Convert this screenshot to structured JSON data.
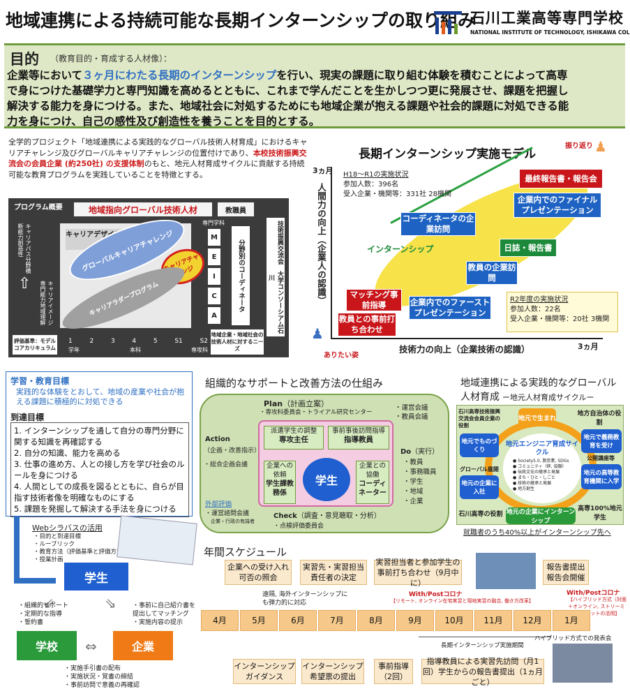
{
  "header": {
    "title": "地域連携による持続可能な長期インターンシップの取り組み",
    "school_ja": "石川工業高等専門学校",
    "school_en": "NATIONAL INSTITUTE OF TECHNOLOGY, ISHIKAWA COLLEGE"
  },
  "purpose": {
    "heading": "目的",
    "sub": "（教育目的・育成する人材像）：",
    "l1a": "企業等において",
    "l1b": "３ヶ月にわたる長期のインターンシップ",
    "l1c": "を行い、現実の課題に取り組む体験を積むことによって高専",
    "l2": "で身につけた基礎学力と専門知識を高めるとともに、これまで学んだことを生かしつつ更に発展させ、課題を把握し",
    "l3": "解決する能力を身につける。また、地域社会に対処するためにも地域企業が抱える課題や社会的課題に対処できる能",
    "l4": "力を身につけ、自己の感性及び創造性を養うことを目的とする。"
  },
  "intro": {
    "a": "全学的プロジェクト「地域連携による実践的なグローバル技術人材育成」におけるキャリアチャレンジ及びグローバルキャリアチャレンジの位置付けであり、",
    "b": "本校技術振興交流会の会員企業 (約250社) の支援体制",
    "c": "のもと、地元人材育成サイクルに貢献する持続可能な教育プログラムを実践していることを特徴とする。"
  },
  "program": {
    "label": "プログラム概要",
    "top": "地域指向グローバル技術人材",
    "staff": "教職員",
    "dept": "専門学科",
    "career_design": "キャリアデザインプログラム",
    "global": "グローバルキャリアチャレンジ",
    "challenge": "キャリアチャレンジ",
    "ladder": "キャリアラダープログラム",
    "letters": [
      "M",
      "E",
      "I",
      "C",
      "A"
    ],
    "coord": "分野別のコーディネータ",
    "v1": "キャリアパス分野横断能力創造性",
    "v2": "キャリアイメージ専門能力地域理解",
    "right": "技術振興交流会　大学コンソーシアム石川",
    "needs": "地域企業・地域社会の技術人材に対するニーズ",
    "eval": "評価基準：モデルコアカリキュラム",
    "axis": [
      "1",
      "2",
      "3",
      "4",
      "5",
      "S1",
      "S2"
    ],
    "axis_lab": [
      "学年",
      "本科",
      "専攻科"
    ]
  },
  "model": {
    "title": "長期インターンシップ実施モデル",
    "reflect": "振り返り",
    "ideal": "ありたい姿",
    "y_axis": "人間力の向上（企業人の認識）",
    "x_axis": "技術力の向上（企業技術の認識）",
    "three1": "3ヵ月",
    "three2": "3ヵ月",
    "stats1_h": "H18～R1の実施状況",
    "stats1_a": "参加人数：396名",
    "stats1_b": "受入企業・機関等：331社 28機関",
    "stats2_h": "R2年度の実施状況",
    "stats2_a": "参加人数：22名",
    "stats2_b": "受入企業・機関等：20社 3機関",
    "internship": "インターンシップ",
    "s1": "教員との事前打ち合わせ",
    "s2": "マッチング事前指導",
    "s3": "企業内でのファーストプレゼンテーション",
    "s4": "教員の企業訪問",
    "s5": "日誌・報告書",
    "s6": "コーディネータの企業訪問",
    "s7": "企業内でのファイナルプレゼンテーション",
    "s8": "最終報告書・報告会"
  },
  "goals": {
    "h1": "学習・教育目標",
    "t1": "実践的な体験をとおして、地域の産業や社会が抱える課題に積極的に対処できる",
    "h2": "到達目標",
    "items": [
      "1. インターンシップを通して自分の専門分野に関する知識を再確認する",
      "2. 自分の知識、能力を高める",
      "3. 仕事の進め方、人との接し方を学び社会のルールを身につける",
      "4. 人間としての成長を図るとともに、自らが目指す技術者像を明確なものにする",
      "5. 課題を発掘して解決する手法を身につける"
    ]
  },
  "syllabus": {
    "title": "Webシラバスの活用",
    "items": [
      "・目的と到達目標",
      "・ルーブリック",
      "・教育方法（評価基準と評価方法を含む）",
      "・授業計画"
    ]
  },
  "triangle": {
    "student": "学生",
    "school": "学校",
    "company": "企業",
    "left": [
      "・組織的サポート",
      "・定期的な指導",
      "・誓約書"
    ],
    "right": [
      "・事前に自己紹介書を",
      "提出してマッチング",
      "・実施内容の提示"
    ],
    "bottom": [
      "・実施手引書の配布",
      "・実施状況・覚書の締結",
      "・事前訪問で意義の再確認"
    ]
  },
  "support": {
    "title": "組織的なサポートと改善方法の仕組み",
    "plan": "Plan",
    "plan_sub": "（計画立案）",
    "plan_items": "・専攻科委員会・トライアル研究センター",
    "plan_right": [
      "・運営会議",
      "・教員会議"
    ],
    "action": "Action",
    "action_sub": "（企画・改善指示）",
    "action_items": "・総合企画会議",
    "do": "Do",
    "do_sub": "（実行）",
    "do_items": [
      "・教員",
      "・事務職員",
      "・学生",
      "・地域",
      "・企業"
    ],
    "check": "Check",
    "check_sub": "（調査・意見聴取・分析）",
    "check_items": "・点検評価委員会",
    "external": "外部評価",
    "ext_item": "・運営諮問会議",
    "ext_sub": "企業・行政の有識者",
    "c1_h": "派遣学生の調整",
    "c1": "専攻主任",
    "c2_h": "事前事後訪問指導",
    "c2": "指導教員",
    "c3_h": "企業への依頼",
    "c3": "学生課教務係",
    "c4_h": "企業との協働",
    "c4": "コーディネーター",
    "center": "学生"
  },
  "cycle": {
    "title1": "地域連携による実践的なグローバル",
    "title2": "人材育成",
    "title3": "ー地元人材育成サイクルー",
    "tl": "石川高専技術振興交流会会員企業の役割",
    "tr": "地方自治体の役割",
    "bl": "石川高専の役割",
    "br": "高専100%地元学生",
    "n1": "地元で生まれ",
    "n2": "地元で義務教育を受け",
    "n3": "公開講座等",
    "n4": "地元の高等教育機関に入学",
    "n5": "地元の企業にインターンシップ",
    "n6": "地元の企業に入社",
    "n7": "グローバル展開",
    "n8": "地元でものづくり",
    "center_h": "地元エンジニア育成サイクル",
    "center_items": [
      "● Society5.0, 脱炭素, SDGs",
      "● コミュニティ（絆, 協働）",
      "● 伝統文化の継承と発展",
      "● まち・ひと・しごと",
      "● 技術の継承と発展",
      "● 地方創生"
    ],
    "foot": "就職者のうち40%以上がインターンシップ先へ"
  },
  "schedule": {
    "title": "年間スケジュール",
    "top1": "企業への受け入れ可否の照会",
    "top2": "実習先・実習担当責任者の決定",
    "top3": "実習担当者と参加学生の事前打ち合わせ（9月中に）",
    "top4": "報告書提出報告会開催",
    "note1": "遠隔, 海外インターンシップにも弾力的に対応",
    "covid1_h": "With/Postコロナ",
    "covid1": "【リモート, オンライン在宅実習と現地実習の融合, 働き方改革】",
    "covid2_h": "With/Postコロナ",
    "covid2": "【ハイブリッド方式（対面＋オンライン, ストリーミング, チャットの活用】",
    "months": [
      "4月",
      "5月",
      "6月",
      "7月",
      "8月",
      "9月",
      "10月",
      "11月",
      "12月",
      "1月"
    ],
    "period": "長期インターンシップ実施期間",
    "hybrid": "ハイブリッド方式での発表会",
    "b1": "インターンシップガイダンス",
    "b2": "インターンシップ希望票の提出",
    "b3": "事前指導（2回）",
    "b4": "指導教員による実習先訪問（月1回）学生からの報告書提出（1ヵ月ごと）"
  },
  "colors": {
    "green_band": "#dfe8c6",
    "accent_blue": "#2e6fc2",
    "red": "#cc1a1a",
    "orange": "#f6c98b"
  }
}
